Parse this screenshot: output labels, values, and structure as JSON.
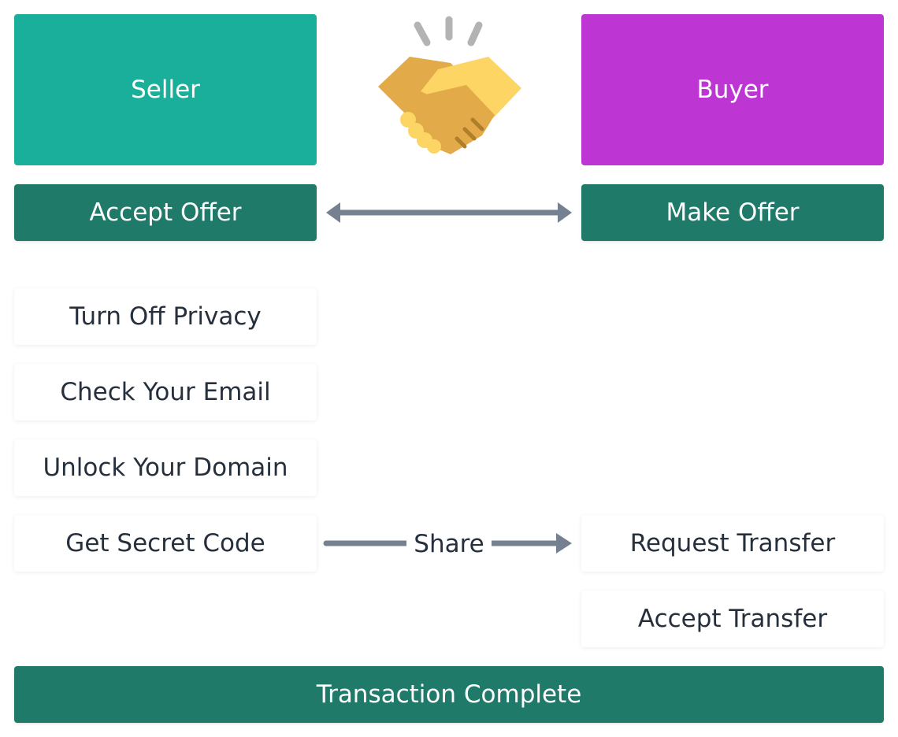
{
  "colors": {
    "seller": "#1aaf9b",
    "buyer": "#bd35d2",
    "action": "#1f7a6a",
    "arrow": "#758091",
    "text_dark": "#26303d"
  },
  "seller": {
    "label": "Seller"
  },
  "buyer": {
    "label": "Buyer"
  },
  "icon": {
    "name": "handshake-icon"
  },
  "offer": {
    "accept_label": "Accept Offer",
    "make_label": "Make Offer"
  },
  "seller_steps": [
    {
      "label": "Turn Off Privacy"
    },
    {
      "label": "Check Your Email"
    },
    {
      "label": "Unlock Your Domain"
    },
    {
      "label": "Get Secret Code"
    }
  ],
  "share": {
    "label": "Share"
  },
  "buyer_steps": [
    {
      "label": "Request Transfer"
    },
    {
      "label": "Accept Transfer"
    }
  ],
  "complete": {
    "label": "Transaction Complete"
  }
}
